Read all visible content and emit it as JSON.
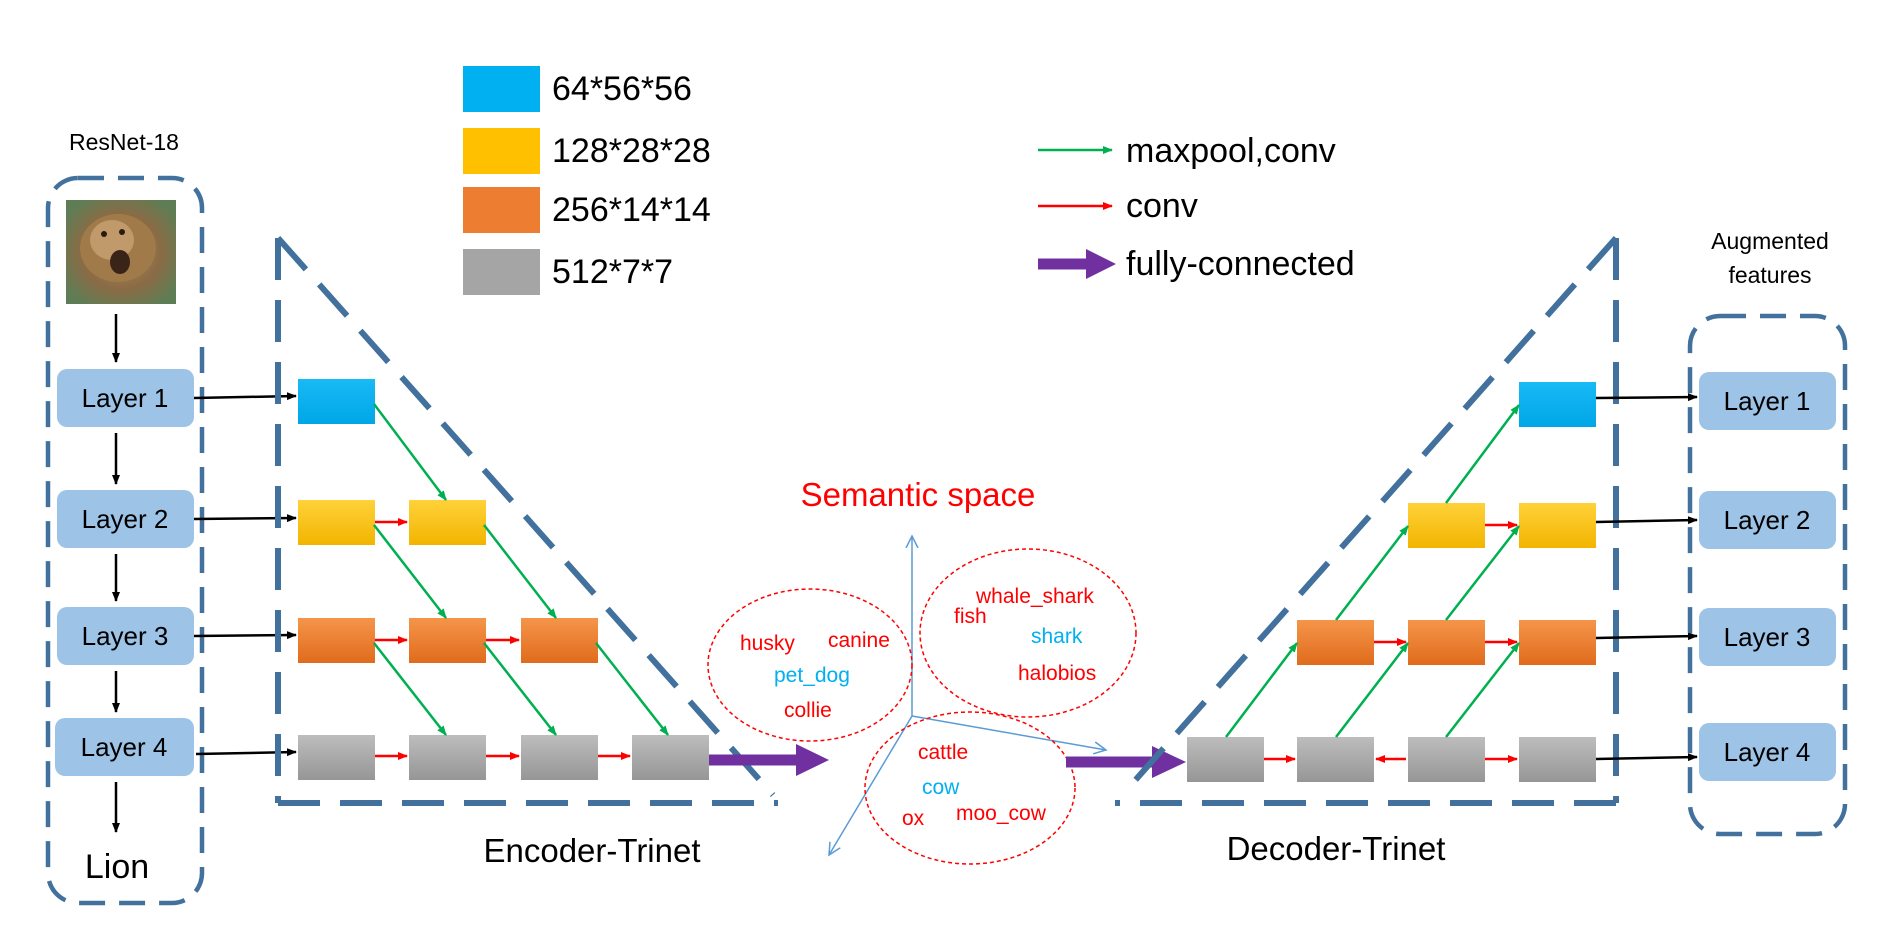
{
  "left_panel": {
    "title": "ResNet-18",
    "image_caption": "lion-photo",
    "layers": [
      "Layer 1",
      "Layer 2",
      "Layer 3",
      "Layer 4"
    ],
    "output": "Lion"
  },
  "right_panel": {
    "title_line1": "Augmented",
    "title_line2": "features",
    "layers": [
      "Layer 1",
      "Layer 2",
      "Layer 3",
      "Layer 4"
    ]
  },
  "encoder_label": "Encoder-Trinet",
  "decoder_label": "Decoder-Trinet",
  "semantic_space_label": "Semantic space",
  "size_legend": [
    {
      "label": "64*56*56",
      "color": "#00B0F0"
    },
    {
      "label": "128*28*28",
      "color": "#FFC000"
    },
    {
      "label": "256*14*14",
      "color": "#ED7D31"
    },
    {
      "label": "512*7*7",
      "color": "#A5A5A5"
    }
  ],
  "arrow_legend": [
    {
      "label": "maxpool,conv",
      "color": "#00B050",
      "type": "thin"
    },
    {
      "label": "conv",
      "color": "#FF0000",
      "type": "thin"
    },
    {
      "label": "fully-connected",
      "color": "#7030A0",
      "type": "thick"
    }
  ],
  "clusters": [
    {
      "words": [
        {
          "text": "husky",
          "color": "#FF0000"
        },
        {
          "text": "canine",
          "color": "#FF0000"
        },
        {
          "text": "pet_dog",
          "color": "#00B0F0"
        },
        {
          "text": "collie",
          "color": "#FF0000"
        }
      ]
    },
    {
      "words": [
        {
          "text": "fish",
          "color": "#FF0000"
        },
        {
          "text": "whale_shark",
          "color": "#FF0000"
        },
        {
          "text": "shark",
          "color": "#00B0F0"
        },
        {
          "text": "halobios",
          "color": "#FF0000"
        }
      ]
    },
    {
      "words": [
        {
          "text": "cattle",
          "color": "#FF0000"
        },
        {
          "text": "cow",
          "color": "#00B0F0"
        },
        {
          "text": "ox",
          "color": "#FF0000"
        },
        {
          "text": "moo_cow",
          "color": "#FF0000"
        }
      ]
    }
  ],
  "colors": {
    "dashed_border": "#41719C",
    "layer_box": "#9DC3E6",
    "axis": "#5B9BD5",
    "semantic_title": "#FF0000",
    "cluster_border": "#FF0000"
  }
}
